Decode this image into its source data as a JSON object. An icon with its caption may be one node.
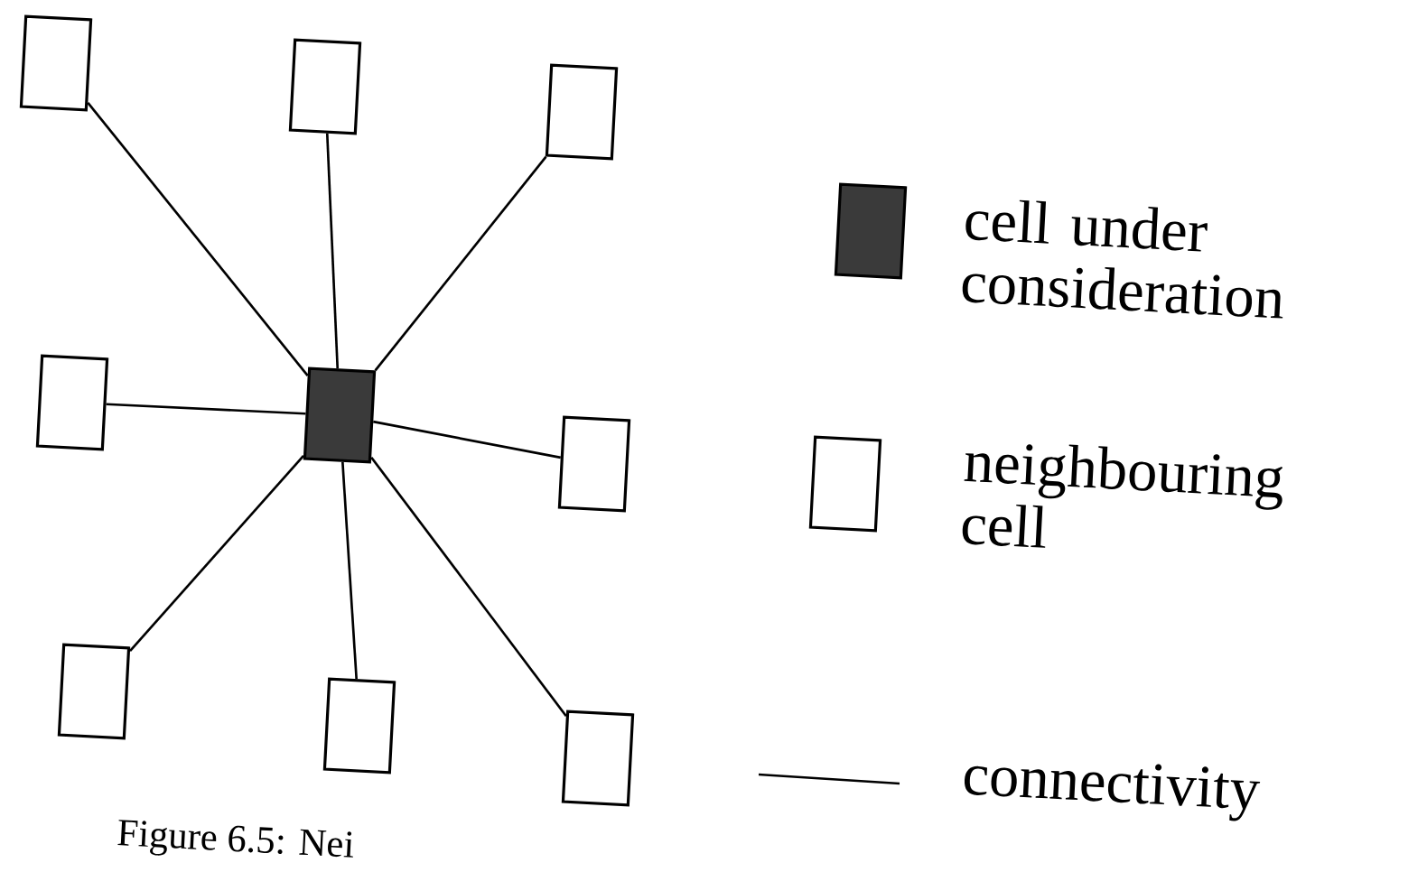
{
  "diagram": {
    "caption": "Figure 6.5: Nei",
    "nodes": [
      {
        "text": [],
        "shape": "box"
      },
      {
        "text": [],
        "shape": "box"
      },
      {
        "text": [],
        "shape": "box"
      },
      {
        "text": [],
        "shape": "box"
      },
      {
        "text": [],
        "shape": "box"
      },
      {
        "text": [],
        "shape": "box"
      },
      {
        "text": [],
        "shape": "box"
      },
      {
        "text": [],
        "shape": "box"
      },
      {
        "text": [],
        "shape": "box"
      }
    ],
    "edges": [
      {
        "from": 4,
        "to": 0,
        "arrow": "none"
      },
      {
        "from": 4,
        "to": 1,
        "arrow": "none"
      },
      {
        "from": 4,
        "to": 2,
        "arrow": "none"
      },
      {
        "from": 4,
        "to": 3,
        "arrow": "none"
      },
      {
        "from": 4,
        "to": 5,
        "arrow": "none"
      },
      {
        "from": 4,
        "to": 6,
        "arrow": "none"
      },
      {
        "from": 4,
        "to": 7,
        "arrow": "none"
      },
      {
        "from": 4,
        "to": 8,
        "arrow": "none"
      }
    ],
    "legend": [
      {
        "text": "cell under consideration",
        "color": "#3a3a3a"
      },
      {
        "text": "neighbouring cell"
      },
      {
        "text": "connectivity"
      }
    ]
  }
}
